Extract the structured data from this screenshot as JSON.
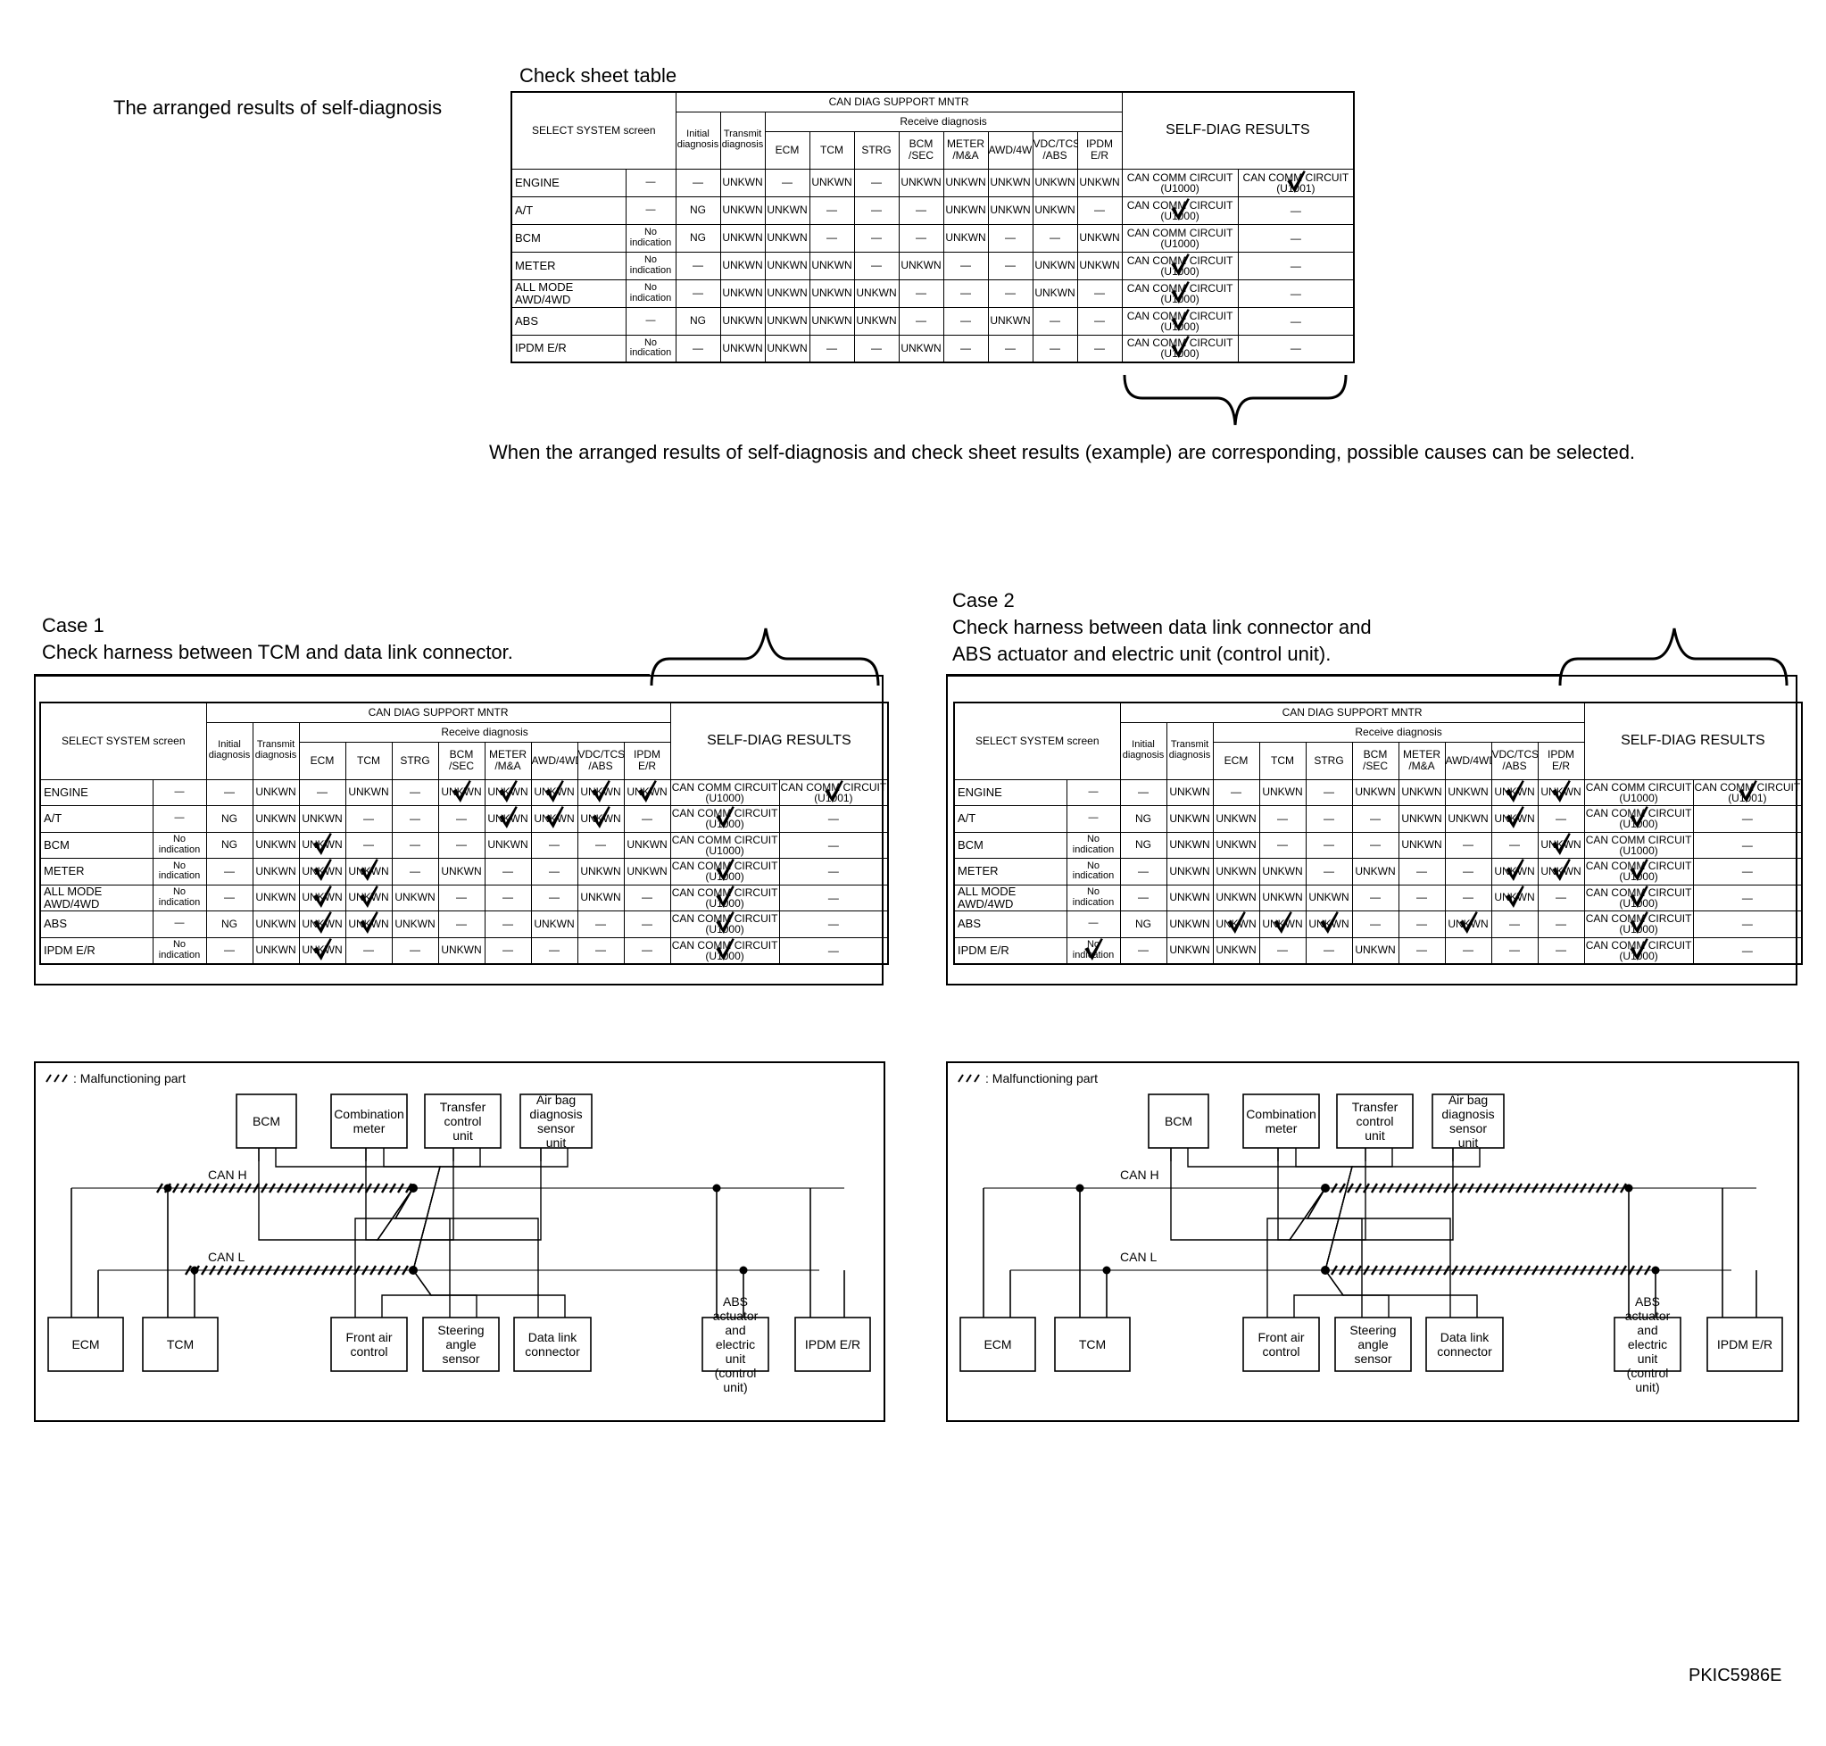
{
  "header": {
    "left_title": "The arranged results of self-diagnosis",
    "sheet_title": "Check sheet table",
    "explanation": "When the arranged results of self-diagnosis and check sheet results (example) are corresponding, possible causes can be selected."
  },
  "case1": {
    "title": "Case 1",
    "line": "Check harness between TCM and data link connector."
  },
  "case2": {
    "title": "Case 2",
    "line1": "Check harness between data link connector and",
    "line2": "ABS actuator and electric unit (control unit)."
  },
  "table": {
    "select_system": "SELECT SYSTEM screen",
    "support": "CAN DIAG SUPPORT MNTR",
    "receive": "Receive diagnosis",
    "initial": "Initial diagnosis",
    "transmit": "Transmit diagnosis",
    "cols": [
      "ECM",
      "TCM",
      "STRG",
      "BCM /SEC",
      "METER /M&A",
      "AWD/4WD",
      "VDC/TCS /ABS",
      "IPDM E/R"
    ],
    "self_diag": "SELF-DIAG RESULTS",
    "rows": [
      {
        "sys": "ENGINE",
        "ind": "—",
        "cells": [
          "—",
          "UNKWN",
          "—",
          "UNKWN",
          "—",
          "UNKWN",
          "UNKWN",
          "UNKWN",
          "UNKWN",
          "UNKWN"
        ],
        "sd1": "CAN COMM CIRCUIT (U1000)",
        "sd2": "CAN COMM CIRCUIT (U1001)"
      },
      {
        "sys": "A/T",
        "ind": "—",
        "cells": [
          "NG",
          "UNKWN",
          "UNKWN",
          "—",
          "—",
          "—",
          "UNKWN",
          "UNKWN",
          "UNKWN",
          "—"
        ],
        "sd1": "CAN COMM CIRCUIT (U1000)",
        "sd2": "—"
      },
      {
        "sys": "BCM",
        "ind": "No indication",
        "cells": [
          "NG",
          "UNKWN",
          "UNKWN",
          "—",
          "—",
          "—",
          "UNKWN",
          "—",
          "—",
          "UNKWN"
        ],
        "sd1": "CAN COMM CIRCUIT (U1000)",
        "sd2": "—"
      },
      {
        "sys": "METER",
        "ind": "No indication",
        "cells": [
          "—",
          "UNKWN",
          "UNKWN",
          "UNKWN",
          "—",
          "UNKWN",
          "—",
          "—",
          "UNKWN",
          "UNKWN"
        ],
        "sd1": "CAN COMM CIRCUIT (U1000)",
        "sd2": "—"
      },
      {
        "sys": "ALL MODE AWD/4WD",
        "ind": "No indication",
        "cells": [
          "—",
          "UNKWN",
          "UNKWN",
          "UNKWN",
          "UNKWN",
          "—",
          "—",
          "—",
          "UNKWN",
          "—"
        ],
        "sd1": "CAN COMM CIRCUIT (U1000)",
        "sd2": "—"
      },
      {
        "sys": "ABS",
        "ind": "—",
        "cells": [
          "NG",
          "UNKWN",
          "UNKWN",
          "UNKWN",
          "UNKWN",
          "—",
          "—",
          "UNKWN",
          "—",
          "—"
        ],
        "sd1": "CAN COMM CIRCUIT (U1000)",
        "sd2": "—"
      },
      {
        "sys": "IPDM E/R",
        "ind": "No indication",
        "cells": [
          "—",
          "UNKWN",
          "UNKWN",
          "—",
          "—",
          "UNKWN",
          "—",
          "—",
          "—",
          "—"
        ],
        "sd1": "CAN COMM CIRCUIT (U1000)",
        "sd2": "—"
      }
    ]
  },
  "circuit": {
    "legend": ": Malfunctioning part",
    "can_h": "CAN H",
    "can_l": "CAN L",
    "top_units": [
      "BCM",
      "Combination meter",
      "Transfer control unit",
      "Air bag diagnosis sensor unit"
    ],
    "bottom_units": [
      "ECM",
      "TCM",
      "Front air control",
      "Steering angle sensor",
      "Data link connector",
      "ABS actuator and electric unit (control unit)",
      "IPDM E/R"
    ]
  },
  "footer": {
    "code": "PKIC5986E"
  }
}
